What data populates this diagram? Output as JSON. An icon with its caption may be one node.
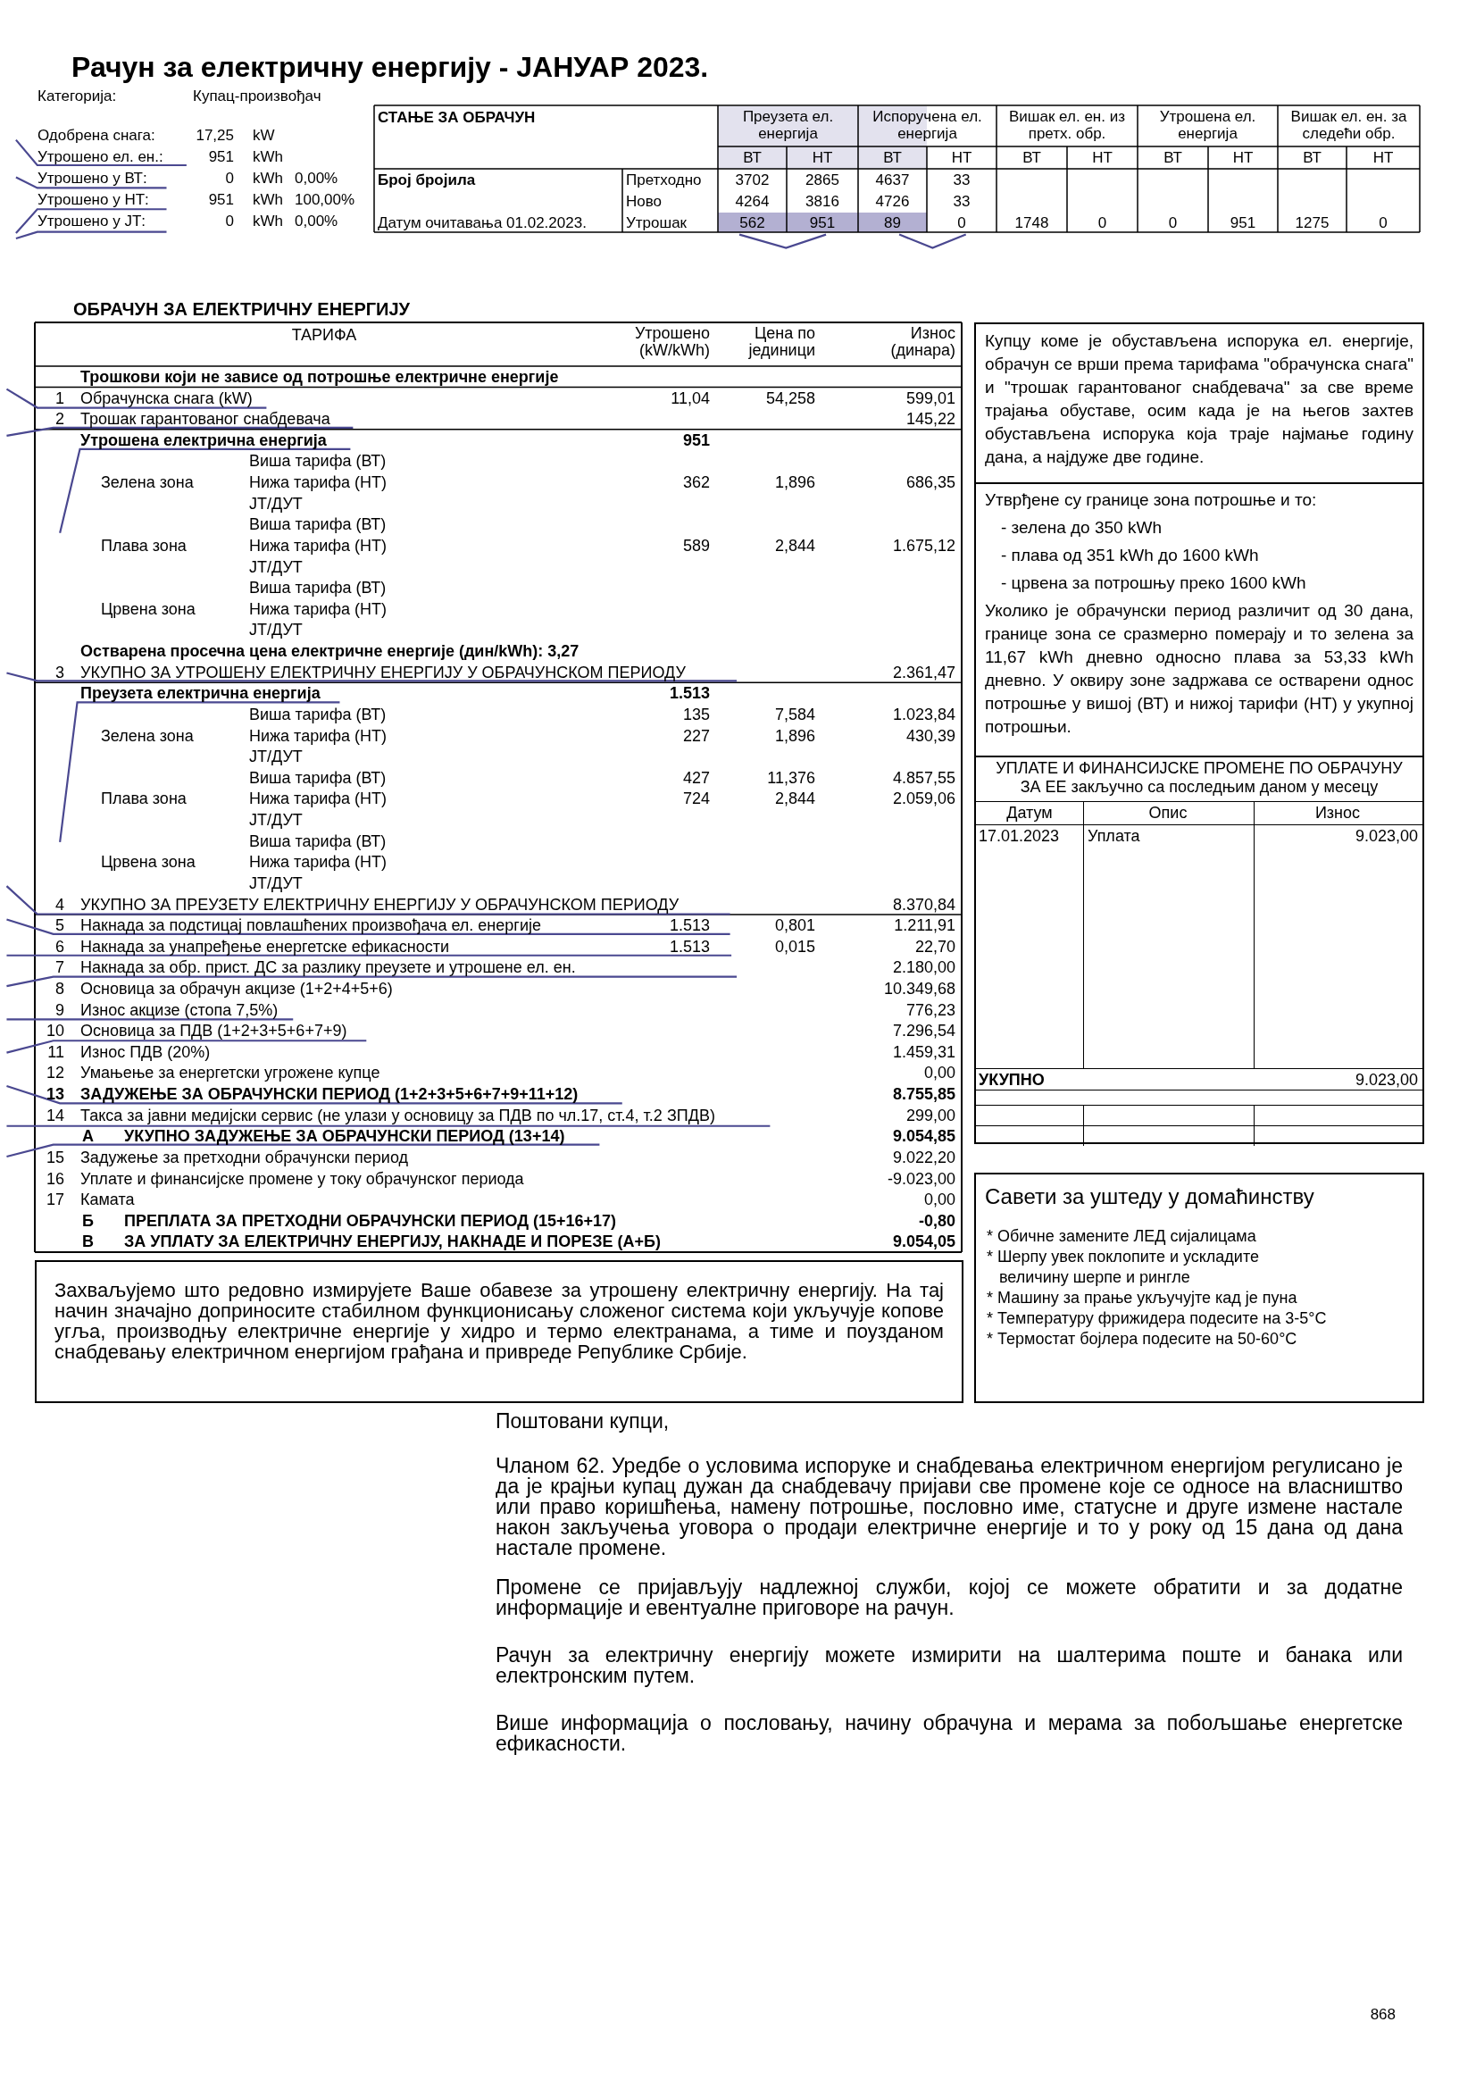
{
  "diagram": {
    "title": "Рачун за електричну енергију - ЈАНУАР 2023.",
    "nodes": [
      {
        "text": [
          "Купцу коме је обустављена испорука ел. енергије, обрачун се врши према тарифама \"обрачунска снага\" и \"трошак гарантованог снабдевача\" за све време трајања обуставе, осим када је на његов захтев обустављена испорука која траје најмање годину дана, а најдуже две године."
        ]
      },
      {
        "text": [
          "Утврђене су границе зона потрошње и то:",
          "- зелена до 350 kWh",
          "- плава од 351 kWh до 1600 kWh",
          "- црвена за потрошњу преко 1600 kWh",
          "Уколико је обрачунски период различит од 30 дана, границе зона се сразмерно померају и то зелена за 11,67 kWh дневно односно плава за 53,33 kWh дневно. У оквиру зоне задржава се остварени однос потрошње у вишој (ВТ) и нижој тарифи (НТ) у укупној потрошњи."
        ]
      },
      {
        "text": [
          "УПЛАТЕ И ФИНАНСИЈСКЕ ПРОМЕНЕ ПО ОБРАЧУНУ ЗА ЕЕ закључно са последњим даном у месецу",
          "Датум",
          "Опис",
          "Износ",
          "17.01.2023",
          "Уплата",
          "9.023,00",
          "УКУПНО",
          "9.023,00"
        ]
      },
      {
        "text": [
          "Савети за уштеду у домаћинству",
          "* Обичне замените ЛЕД сијалицама",
          "* Шерпу увек поклопите и ускладите величину шерпе и рингле",
          "* Машину за прање укључујте кад је пуна",
          "* Температуру фрижидера подесите на 3-5°C",
          "* Термостат бојлера подесите на 50-60°C"
        ]
      },
      {
        "text": [
          "Захваљујемо што редовно измирујете Ваше обавезе за утрошену електричну енергију. На тај начин значајно доприносите стабилном функционисању сложеног система који укључује копове угља, производњу електричне енергије у хидро и термо електранама, а тиме и поузданом снабдевању електричном енергијом грађана и привреде Републике Србије."
        ]
      }
    ],
    "labels": [
      "Категорија:",
      "Купац-произвођач",
      "Одобрена снага:",
      "17,25",
      "kW",
      "Утрошено ел. ен.:",
      "951",
      "kWh",
      "Утрошено у ВТ:",
      "0",
      "kWh",
      "0,00%",
      "Утрошено у НТ:",
      "951",
      "kWh",
      "100,00%",
      "Утрошено у ЈТ:",
      "0",
      "kWh",
      "0,00%",
      "СТАЊЕ ЗА ОБРАЧУН",
      "Преузета ел. енергија",
      "Испоручена ел. енергија",
      "Вишак ел. ен. из претх. обр.",
      "Утрошена ел. енергија",
      "Вишак ел. ен. за следећи обр.",
      "ВТ",
      "НТ",
      "ВТ",
      "НТ",
      "ВТ",
      "НТ",
      "ВТ",
      "НТ",
      "ВТ",
      "НТ",
      "Број бројила",
      "Претходно",
      "3702",
      "2865",
      "4637",
      "33",
      "Ново",
      "4264",
      "3816",
      "4726",
      "33",
      "Датум очитавања 01.02.2023.",
      "Утрошак",
      "562",
      "951",
      "89",
      "0",
      "1748",
      "0",
      "0",
      "951",
      "1275",
      "0",
      "ОБРАЧУН ЗА ЕЛЕКТРИЧНУ ЕНЕРГИЈУ",
      "ТАРИФА",
      "Утрошено (kW/kWh)",
      "Цена по јединици",
      "Износ (динара)",
      "Трошкови који не зависе од потрошње електричне енергије",
      "1",
      "Обрачунска снага (kW)",
      "11,04",
      "54,258",
      "599,01",
      "2",
      "Трошак гарантованог снабдевача",
      "145,22",
      "Утрошена електрична енергија",
      "951",
      "Виша тарифа (ВТ)",
      "Зелена зона",
      "Нижа тарифа (НТ)",
      "362",
      "1,896",
      "686,35",
      "ЈТ/ДУТ",
      "Виша тарифа (ВТ)",
      "Плава зона",
      "Нижа тарифа (НТ)",
      "589",
      "2,844",
      "1.675,12",
      "ЈТ/ДУТ",
      "Виша тарифа (ВТ)",
      "Црвена зона",
      "Нижа тарифа (НТ)",
      "ЈТ/ДУТ",
      "Остварена просечна цена електричне енергије (дин/kWh): 3,27",
      "3",
      "УКУПНО ЗА УТРОШЕНУ ЕЛЕКТРИЧНУ ЕНЕРГИЈУ У ОБРАЧУНСКОМ ПЕРИОДУ",
      "2.361,47",
      "Преузета електрична енергија",
      "1.513",
      "Виша тарифа (ВТ)",
      "135",
      "7,584",
      "1.023,84",
      "Зелена зона",
      "Нижа тарифа (НТ)",
      "227",
      "1,896",
      "430,39",
      "ЈТ/ДУТ",
      "Виша тарифа (ВТ)",
      "427",
      "11,376",
      "4.857,55",
      "Плава зона",
      "Нижа тарифа (НТ)",
      "724",
      "2,844",
      "2.059,06",
      "ЈТ/ДУТ",
      "Виша тарифа (ВТ)",
      "Црвена зона",
      "Нижа тарифа (НТ)",
      "ЈТ/ДУТ",
      "4",
      "УКУПНО ЗА ПРЕУЗЕТУ ЕЛЕКТРИЧНУ ЕНЕРГИЈУ У ОБРАЧУНСКОМ ПЕРИОДУ",
      "8.370,84",
      "5",
      "Накнада за подстицај повлашћених произвођача ел. енергије",
      "1.513",
      "0,801",
      "1.211,91",
      "6",
      "Накнада за унапређење енергетске ефикасности",
      "1.513",
      "0,015",
      "22,70",
      "7",
      "Накнада за обр. прист. ДС за разлику преузете и утрошене ел. ен.",
      "2.180,00",
      "8",
      "Основица за обрачун акцизе (1+2+4+5+6)",
      "10.349,68",
      "9",
      "Износ акцизе (стопа 7,5%)",
      "776,23",
      "10",
      "Основица за ПДВ (1+2+3+5+6+7+9)",
      "7.296,54",
      "11",
      "Износ ПДВ (20%)",
      "1.459,31",
      "12",
      "Умањење за енергетски угрожене купце",
      "0,00",
      "13",
      "ЗАДУЖЕЊЕ ЗА ОБРАЧУНСКИ ПЕРИОД (1+2+3+5+6+7+9+11+12)",
      "8.755,85",
      "14",
      "Такса за јавни медијски сервис (не улази у основицу за ПДВ по чл.17, ст.4, т.2 ЗПДВ)",
      "299,00",
      "А",
      "УКУПНО ЗАДУЖЕЊЕ ЗА ОБРАЧУНСКИ ПЕРИОД (13+14)",
      "9.054,85",
      "15",
      "Задужење за претходни обрачунски период",
      "9.022,20",
      "16",
      "Уплате и финансијске промене у току обрачунског периода",
      "-9.023,00",
      "17",
      "Камата",
      "0,00",
      "Б",
      "ПРЕПЛАТА ЗА ПРЕТХОДНИ ОБРАЧУНСКИ ПЕРИОД (15+16+17)",
      "-0,80",
      "В",
      "ЗА УПЛАТУ ЗА ЕЛЕКТРИЧНУ ЕНЕРГИЈУ, НАКНАДЕ И ПОРЕЗЕ (А+Б)",
      "9.054,05",
      "Поштовани купци,",
      "Чланом 62. Уредбе о условима испоруке и снабдевања електричном енергијом регулисано је да је крајњи купац дужан да снабдевачу пријави све промене које се односе на власништво или право коришћења, намену потрошње, пословно име, статусне и друге измене настале након закључења уговора о продаји електричне енергије и то у року од 15 дана од дана настале промене.",
      "Промене се пријављују надлежној служби, којој се можете обратити и за додатне информације и евентуалне приговоре на рачун.",
      "Рачун за електричну енергију можете измирити на шалтерима поште и банака или електронским путем.",
      "Више информација о пословању, начину обрачуна и мерама за побољшање енергетске ефикасности.",
      "868"
    ]
  }
}
